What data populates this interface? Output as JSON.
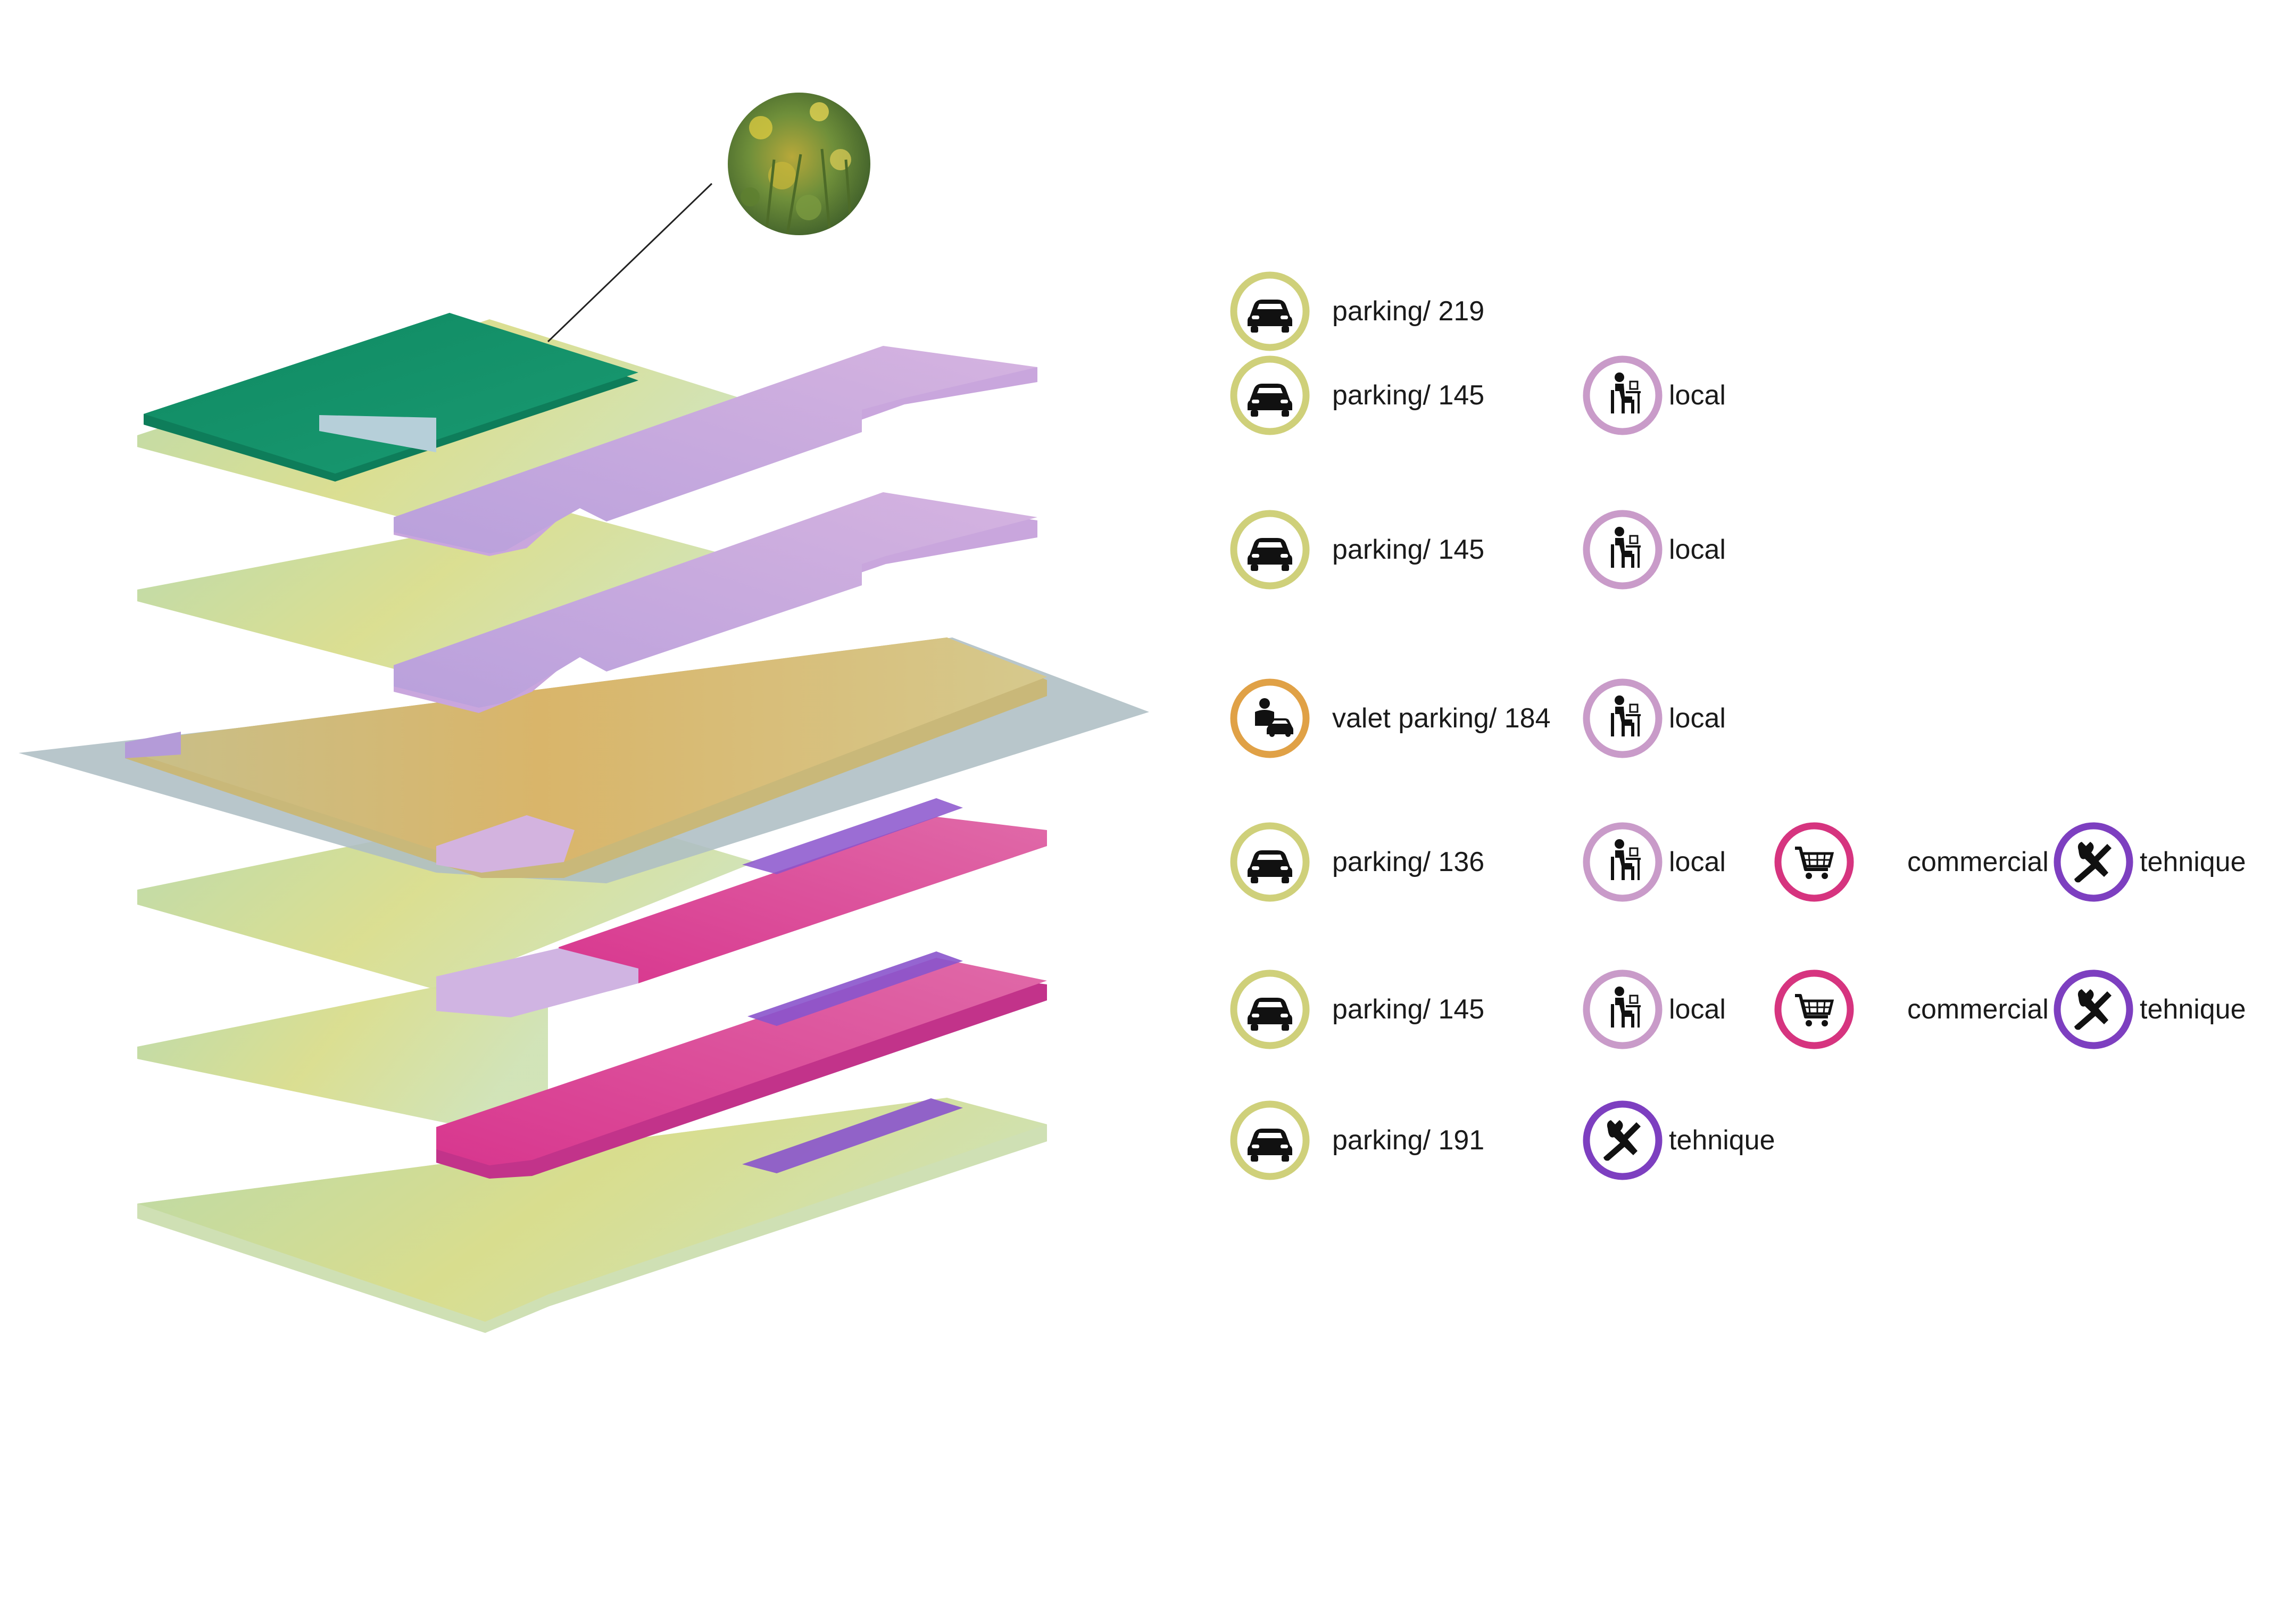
{
  "colors": {
    "parking": "#cfd07a",
    "valet": "#e0a146",
    "local": "#c99bc9",
    "commercial": "#d6347f",
    "technique": "#7d3fc0",
    "roof_green": "#128a63",
    "slab_green": "#b8d9a4",
    "slab_yellow": "#d7dc8e",
    "office_lilac": "#c9a6dd",
    "shop_magenta": "#d94a9a",
    "tech_violet": "#8a54cc",
    "ground_plane": "#aebec4",
    "valet_sand": "#d2b06e"
  },
  "floors": [
    {
      "id": "level-roof",
      "items": [
        {
          "icon": "car-icon",
          "type": "parking",
          "label": "parking/ 219"
        }
      ]
    },
    {
      "id": "level-2",
      "items": [
        {
          "icon": "car-icon",
          "type": "parking",
          "label": "parking/ 145"
        },
        {
          "icon": "desk-worker-icon",
          "type": "local",
          "label": "local"
        }
      ]
    },
    {
      "id": "level-1",
      "items": [
        {
          "icon": "car-icon",
          "type": "parking",
          "label": "parking/ 145"
        },
        {
          "icon": "desk-worker-icon",
          "type": "local",
          "label": "local"
        }
      ]
    },
    {
      "id": "level-ground",
      "items": [
        {
          "icon": "valet-icon",
          "type": "valet",
          "label": "valet parking/ 184"
        },
        {
          "icon": "desk-worker-icon",
          "type": "local",
          "label": "local"
        }
      ]
    },
    {
      "id": "level-minus-1",
      "items": [
        {
          "icon": "car-icon",
          "type": "parking",
          "label": "parking/ 136"
        },
        {
          "icon": "desk-worker-icon",
          "type": "local",
          "label": "local"
        },
        {
          "icon": "cart-icon",
          "type": "commercial",
          "label": "commercial"
        },
        {
          "icon": "wrench-screwdriver-icon",
          "type": "technique",
          "label": "tehnique"
        }
      ]
    },
    {
      "id": "level-minus-2",
      "items": [
        {
          "icon": "car-icon",
          "type": "parking",
          "label": "parking/ 145"
        },
        {
          "icon": "desk-worker-icon",
          "type": "local",
          "label": "local"
        },
        {
          "icon": "cart-icon",
          "type": "commercial",
          "label": "commercial"
        },
        {
          "icon": "wrench-screwdriver-icon",
          "type": "technique",
          "label": "tehnique"
        }
      ]
    },
    {
      "id": "level-minus-3",
      "items": [
        {
          "icon": "car-icon",
          "type": "parking",
          "label": "parking/ 191"
        },
        {
          "icon": "wrench-screwdriver-icon",
          "type": "technique",
          "label": "tehnique"
        }
      ]
    }
  ]
}
